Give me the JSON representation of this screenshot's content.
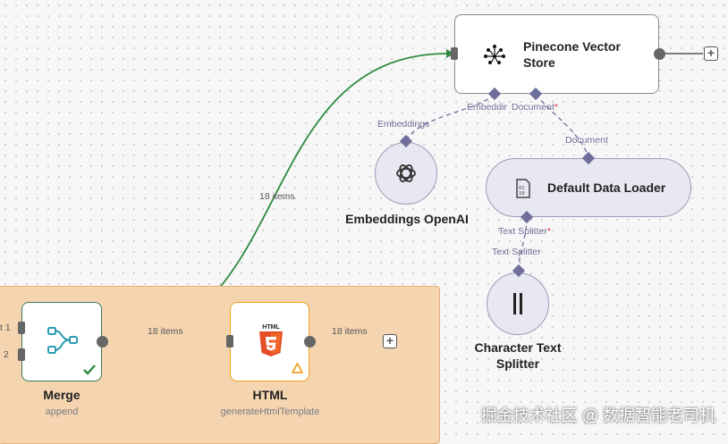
{
  "nodes": {
    "pinecone": {
      "title": "Pinecone Vector Store"
    },
    "embeddings": {
      "title": "Embeddings OpenAI"
    },
    "loader": {
      "title": "Default Data Loader"
    },
    "splitter": {
      "title": "Character Text Splitter"
    },
    "merge": {
      "title": "Merge",
      "subtitle": "append",
      "input_1": "t 1",
      "input_2": "2"
    },
    "html": {
      "title": "HTML",
      "subtitle": "generateHtmlTemplate",
      "badge": "HTML"
    }
  },
  "ports": {
    "pinecone_embedding": "Embeddir",
    "pinecone_document": "Document",
    "pinecone_required": "*",
    "embeddings_out": "Embeddings",
    "loader_in": "Document",
    "loader_splitter": "Text Splitter",
    "loader_required": "*",
    "splitter_out": "Text Splitter"
  },
  "edges": {
    "merge_to_pinecone": "18 items",
    "merge_to_html": "18 items",
    "html_out": "18 items"
  },
  "icons": {
    "pinecone": "pinecone-logo-icon",
    "embeddings": "openai-logo-icon",
    "loader": "document-file-icon",
    "splitter": "split-bars-icon",
    "merge": "merge-flow-icon",
    "html": "html5-logo-icon",
    "success": "checkmark-icon",
    "warning": "warning-triangle-icon",
    "plus": "plus-icon"
  },
  "colors": {
    "edge_active": "#2e8a3e",
    "port_diamond": "#6e6e9a",
    "html_orange": "#e44d26",
    "merge_teal": "#2a9db0",
    "group_bg": "#f5d5b0"
  },
  "watermark": "掘金技术社区 @ 数据智能老司机"
}
